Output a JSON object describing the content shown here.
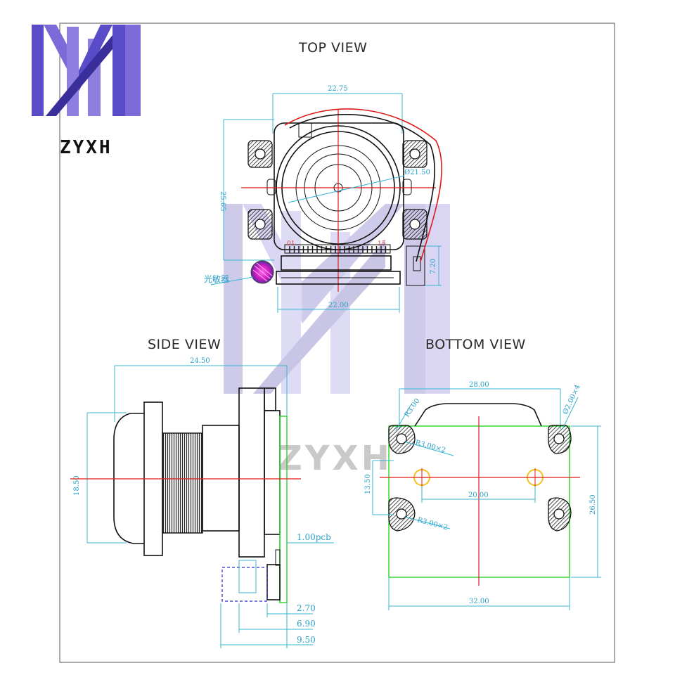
{
  "brand": {
    "logo_text": "ZYXH",
    "watermark_text": "ZYXH",
    "logo_colors": [
      "#5a4bc8",
      "#8e7ee0"
    ]
  },
  "top_view": {
    "title": "TOP VIEW",
    "dims": {
      "width": "22.75",
      "height": "25.65",
      "diameter": "Ø21.50",
      "connector_h": "7.20",
      "base_w": "22.00"
    },
    "pin_start": "01",
    "pin_end": "15",
    "sensor_label": "光敏器",
    "wire_colors": [
      "#e01818",
      "#111111"
    ]
  },
  "side_view": {
    "title": "SIDE VIEW",
    "dims": {
      "total_len": "24.50",
      "lens_dia": "18.50",
      "pcb": "1.00pcb",
      "d1": "2.70",
      "d2": "6.90",
      "d3": "9.50"
    }
  },
  "bottom_view": {
    "title": "BOTTOM  VIEW",
    "dims": {
      "top_span": "28.00",
      "r1": "R3.00",
      "hole1": "Ø2.00×4",
      "r2": "R3.00×2",
      "r3": "R3.00×2",
      "mid_h": "13.50",
      "inner_span": "20.00",
      "height": "26.50",
      "bottom_span": "32.00"
    }
  }
}
